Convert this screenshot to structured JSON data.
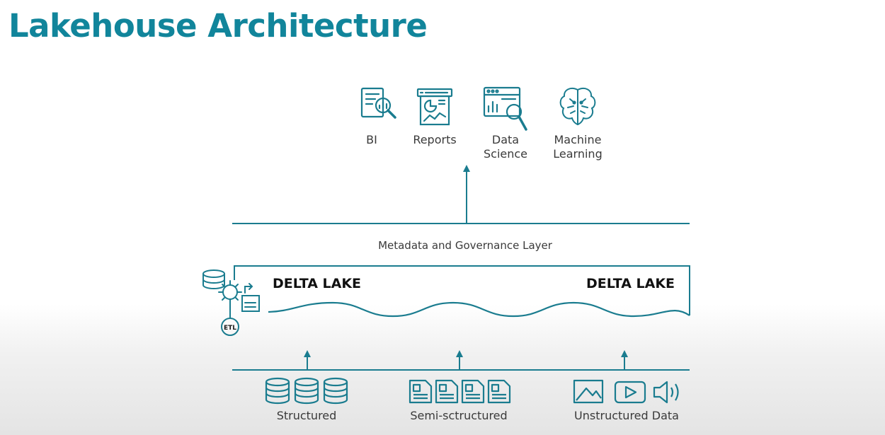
{
  "title": "Lakehouse Architecture",
  "consumers": [
    {
      "label_line1": "BI",
      "label_line2": "",
      "icon": "bi-report-magnifier-icon"
    },
    {
      "label_line1": "Reports",
      "label_line2": "",
      "icon": "report-chart-icon"
    },
    {
      "label_line1": "Data",
      "label_line2": "Science",
      "icon": "dashboard-magnifier-icon"
    },
    {
      "label_line1": "Machine",
      "label_line2": "Learning",
      "icon": "brain-icon"
    }
  ],
  "governance_label": "Metadata and Governance Layer",
  "delta_left": "DELTA LAKE",
  "delta_right": "DELTA LAKE",
  "etl_label": "ETL",
  "sources": [
    {
      "label": "Structured",
      "icon": "database-stack-icon"
    },
    {
      "label": "Semi-sctructured",
      "icon": "document-icon"
    },
    {
      "label": "Unstructured Data",
      "icon": "media-icon"
    }
  ],
  "colors": {
    "accent": "#11859b",
    "line": "#1a7c8f",
    "text": "#3a3a3a"
  }
}
